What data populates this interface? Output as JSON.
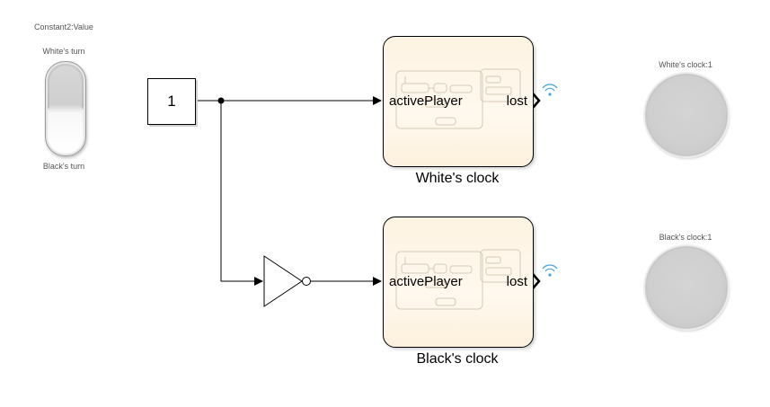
{
  "rocker": {
    "param_label": "Constant2:Value",
    "top_label": "White's turn",
    "bottom_label": "Black's turn"
  },
  "constant": {
    "value": "1"
  },
  "white_chart": {
    "input": "activePlayer",
    "output": "lost",
    "name": "White's clock"
  },
  "black_chart": {
    "input": "activePlayer",
    "output": "lost",
    "name": "Black's clock"
  },
  "white_lamp": {
    "title": "White's clock:1"
  },
  "black_lamp": {
    "title": "Black's clock:1"
  }
}
